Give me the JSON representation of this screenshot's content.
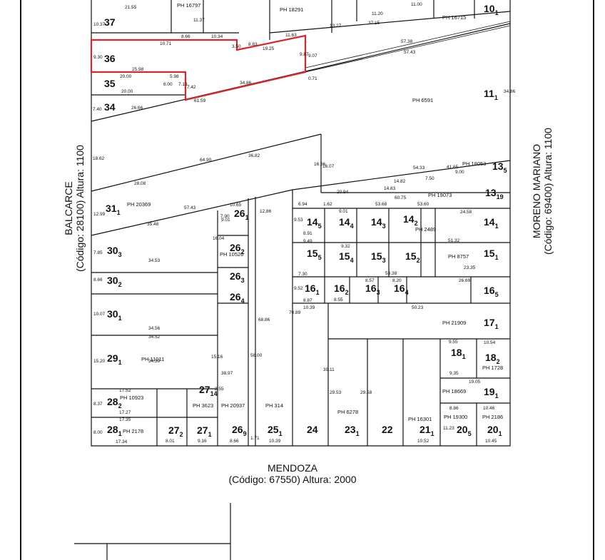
{
  "streets": {
    "bottom": {
      "name": "MENDOZA",
      "info": "(Código: 67550) Altura: 2000"
    },
    "left": {
      "name": "BALCARCE",
      "info": "(Código: 28100) Altura: 1100"
    },
    "right": {
      "name": "MORENO MARIANO",
      "info": "(Código: 69400) Altura: 1100"
    }
  },
  "highlight_color": "#d9262c",
  "parcels": [
    {
      "label": "37"
    },
    {
      "label": "36"
    },
    {
      "label": "35"
    },
    {
      "label": "34"
    },
    {
      "label": "31",
      "sub": "1"
    },
    {
      "label": "30",
      "sub": "3"
    },
    {
      "label": "30",
      "sub": "2"
    },
    {
      "label": "30",
      "sub": "1"
    },
    {
      "label": "29",
      "sub": "1"
    },
    {
      "label": "28",
      "sub": "2"
    },
    {
      "label": "28",
      "sub": "1"
    },
    {
      "label": "27",
      "sub": "2"
    },
    {
      "label": "27",
      "sub": "1"
    },
    {
      "label": "27",
      "sub": "14"
    },
    {
      "label": "26",
      "sub": "1"
    },
    {
      "label": "26",
      "sub": "2"
    },
    {
      "label": "26",
      "sub": "3"
    },
    {
      "label": "26",
      "sub": "4"
    },
    {
      "label": "26",
      "sub": "9"
    },
    {
      "label": "25",
      "sub": "1"
    },
    {
      "label": "24"
    },
    {
      "label": "23",
      "sub": "1"
    },
    {
      "label": "22"
    },
    {
      "label": "21",
      "sub": "1"
    },
    {
      "label": "20",
      "sub": "5"
    },
    {
      "label": "20",
      "sub": "1"
    },
    {
      "label": "19",
      "sub": "1"
    },
    {
      "label": "18",
      "sub": "1"
    },
    {
      "label": "18",
      "sub": "2"
    },
    {
      "label": "17",
      "sub": "1"
    },
    {
      "label": "16",
      "sub": "1"
    },
    {
      "label": "16",
      "sub": "2"
    },
    {
      "label": "16",
      "sub": "3"
    },
    {
      "label": "16",
      "sub": "4"
    },
    {
      "label": "16",
      "sub": "5"
    },
    {
      "label": "15",
      "sub": "5"
    },
    {
      "label": "15",
      "sub": "4"
    },
    {
      "label": "15",
      "sub": "3"
    },
    {
      "label": "15",
      "sub": "2"
    },
    {
      "label": "15",
      "sub": "1"
    },
    {
      "label": "14",
      "sub": "5"
    },
    {
      "label": "14",
      "sub": "4"
    },
    {
      "label": "14",
      "sub": "3"
    },
    {
      "label": "14",
      "sub": "2"
    },
    {
      "label": "14",
      "sub": "1"
    },
    {
      "label": "13",
      "sub": "5"
    },
    {
      "label": "13",
      "sub": "19"
    },
    {
      "label": "11",
      "sub": "1"
    },
    {
      "label": "10",
      "sub": "1"
    }
  ],
  "ph_labels": [
    "PH 16797",
    "PH 18291",
    "PH 16715",
    "PH 6591",
    "PH 20369",
    "PH 18053",
    "PH 19073",
    "PH 2489",
    "PH 8757",
    "PH 10526",
    "PH 21909",
    "PH 11011",
    "PH 1728",
    "PH 10923",
    "PH 3623",
    "PH 20937",
    "PH 314",
    "PH 6278",
    "PH 16301",
    "PH 18669",
    "PH 19300",
    "PH 2186",
    "PH 2178"
  ],
  "dimensions": [
    "21.55",
    "10.37",
    "11.37",
    "8.66",
    "10.34",
    "10.71",
    "3.50",
    "8.83",
    "19.25",
    "11.63",
    "9.30",
    "25.98",
    "20.00",
    "5.98",
    "6.00",
    "7.13",
    "7.42",
    "20.00",
    "34.86",
    "61.59",
    "26.66",
    "7.40",
    "13.27",
    "37.15",
    "11.20",
    "11.00",
    "57.38",
    "57.43",
    "9.87",
    "9.07",
    "0.71",
    "34.86",
    "18.62",
    "64.90",
    "36.82",
    "28.08",
    "57.43",
    "35.48",
    "12.99",
    "7.85",
    "34.53",
    "8.66",
    "10.07",
    "34.56",
    "34.52",
    "15.20",
    "34.39",
    "8.37",
    "17.52",
    "17.27",
    "17.35",
    "17.34",
    "8.00",
    "8.01",
    "9.16",
    "8.66",
    "10.39",
    "10.52",
    "10.45",
    "11.23",
    "16.86",
    "16.07",
    "54.33",
    "41.65",
    "14.82",
    "14.83",
    "7.50",
    "9.00",
    "60.75",
    "53.68",
    "53.60",
    "24.58",
    "20.94",
    "6.94",
    "1.62",
    "9.01",
    "9.53",
    "8.91",
    "9.49",
    "51.32",
    "23.35",
    "9.32",
    "8.57",
    "8.55",
    "8.20",
    "26.69",
    "53.38",
    "7.30",
    "9.52",
    "8.87",
    "50.23",
    "10.39",
    "10.54",
    "9.55",
    "9.35",
    "19.05",
    "8.86",
    "10.46",
    "39.11",
    "29.53",
    "29.58",
    "58.00",
    "68.86",
    "70.89",
    "38.97",
    "15.16",
    "10.65",
    "12.86",
    "16.04",
    "9.01",
    "7.90",
    "2.55",
    "1.71"
  ]
}
